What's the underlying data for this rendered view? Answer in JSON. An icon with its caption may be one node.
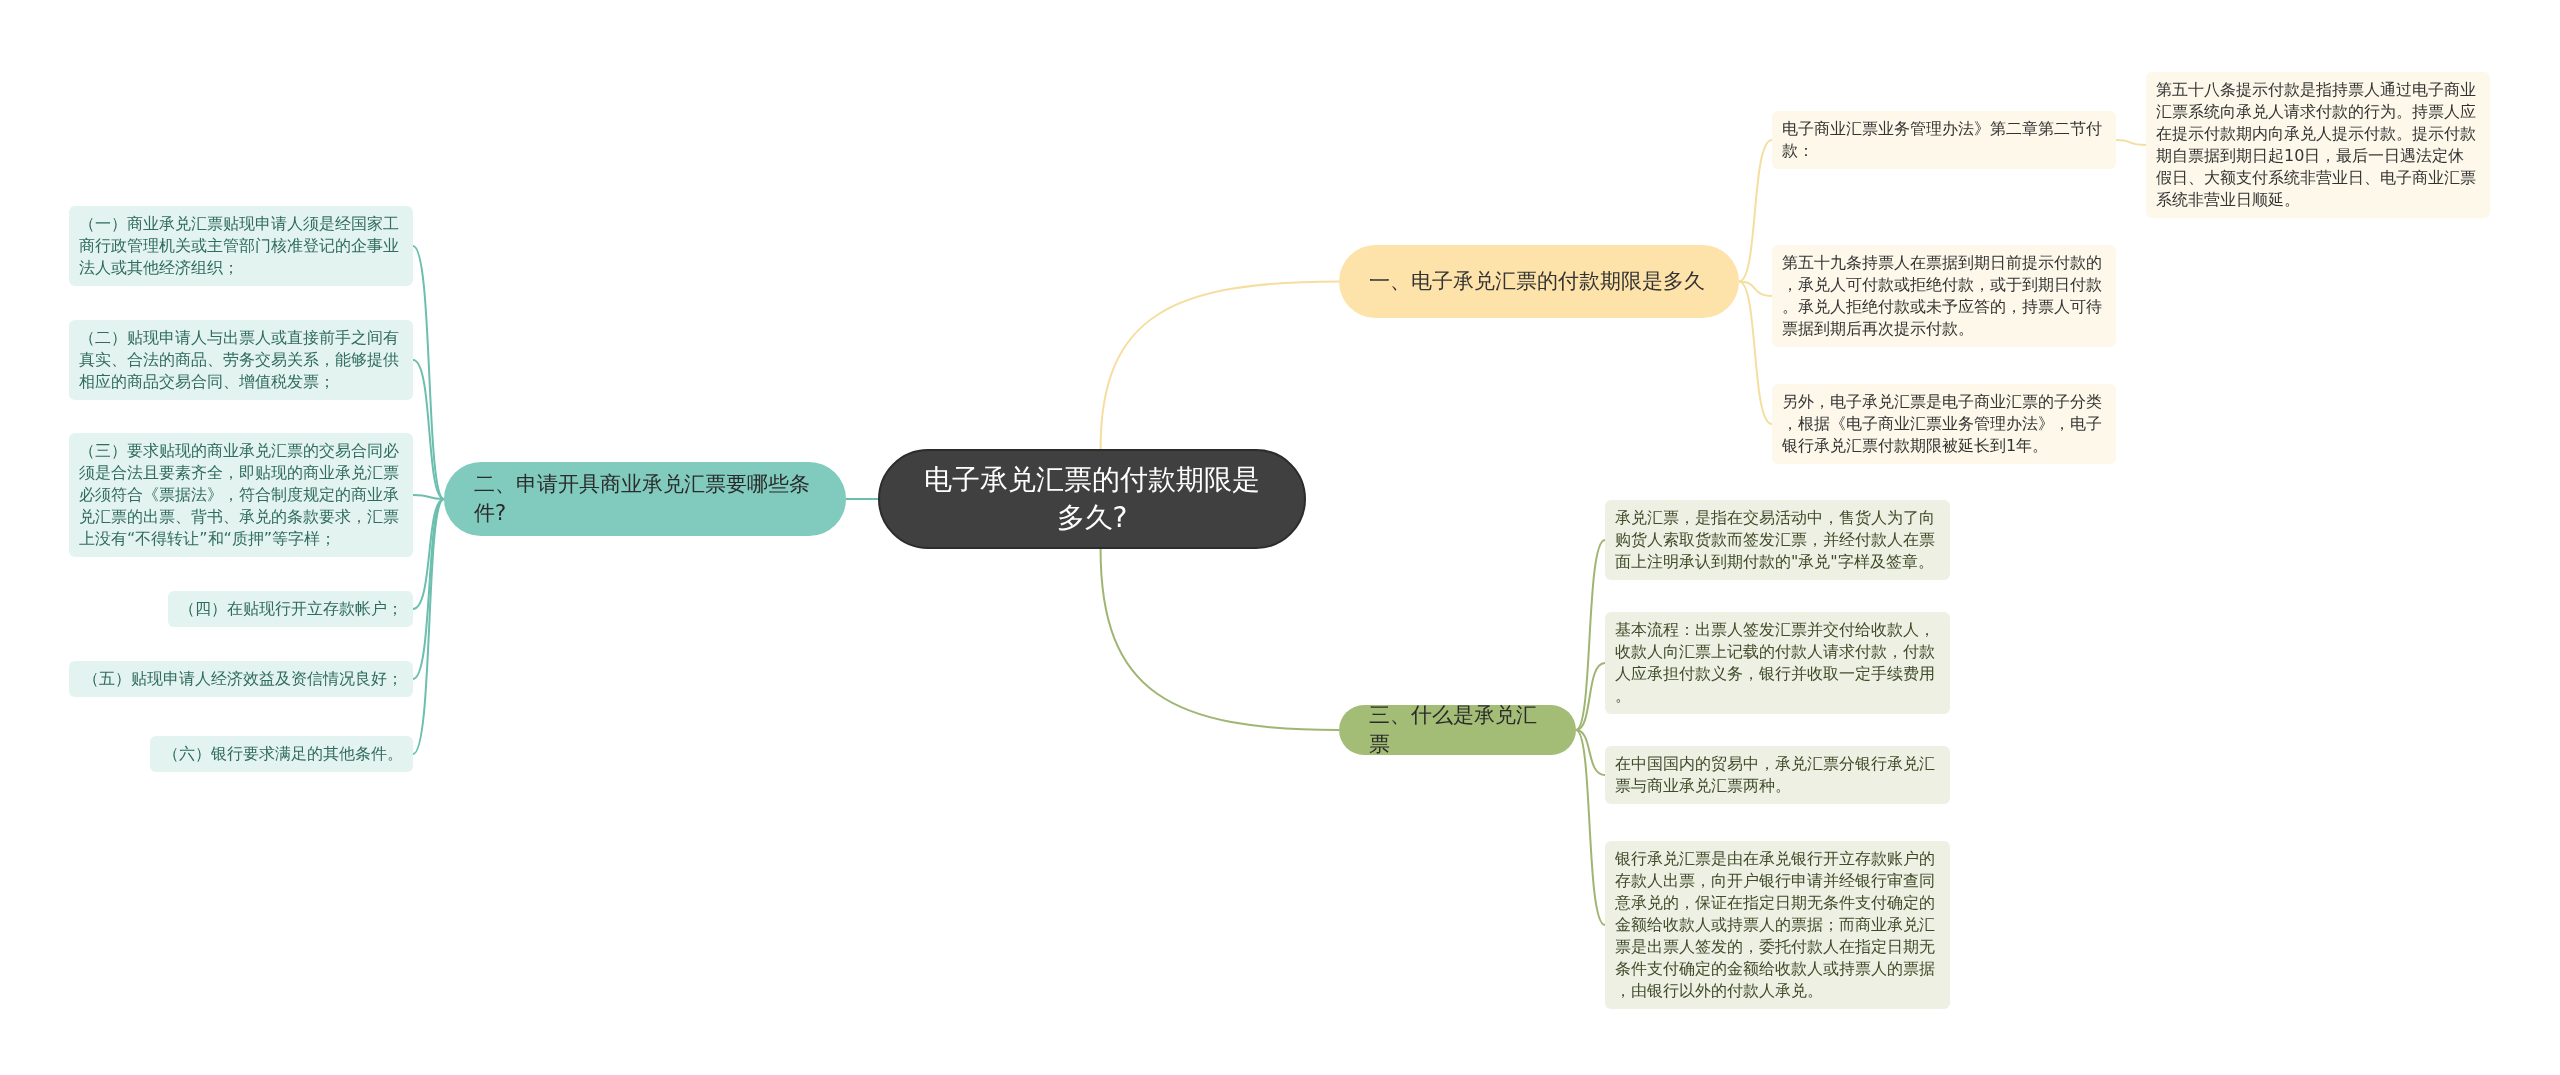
{
  "diagram": {
    "nodes": [
      {
        "text": [
          "电子承兑汇票的付款期限是多久?"
        ]
      },
      {
        "text": [
          "一、电子承兑汇票的付款期限是多久"
        ]
      },
      {
        "text": [
          "电子商业汇票业务管理办法》第二章第二节付款："
        ]
      },
      {
        "text": [
          "第五十八条提示付款是指持票人通过电子商业汇票系统向承兑人请求付款的行为。持票人应在提示付款期内向承兑人提示付款。提示付款期自票据到期日起10日，最后一日遇法定休假日、大额支付系统非营业日、电子商业汇票系统非营业日顺延。"
        ]
      },
      {
        "text": [
          "第五十九条持票人在票据到期日前提示付款的，承兑人可付款或拒绝付款，或于到期日付款。承兑人拒绝付款或未予应答的，持票人可待票据到期后再次提示付款。"
        ]
      },
      {
        "text": [
          "另外，电子承兑汇票是电子商业汇票的子分类，根据《电子商业汇票业务管理办法》，电子银行承兑汇票付款期限被延长到1年。"
        ]
      },
      {
        "text": [
          "二、申请开具商业承兑汇票要哪些条件?"
        ]
      },
      {
        "text": [
          "（一）商业承兑汇票贴现申请人须是经国家工商行政管理机关或主管部门核准登记的企事业法人或其他经济组织；"
        ]
      },
      {
        "text": [
          "（二）贴现申请人与出票人或直接前手之间有真实、合法的商品、劳务交易关系，能够提供相应的商品交易合同、增值税发票；"
        ]
      },
      {
        "text": [
          "（三）要求贴现的商业承兑汇票的交易合同必须是合法且要素齐全，即贴现的商业承兑汇票必须符合《票据法》，符合制度规定的商业承兑汇票的出票、背书、承兑的条款要求，汇票上没有“不得转让”和“质押”等字样；"
        ]
      },
      {
        "text": [
          "（四）在贴现行开立存款帐户；"
        ]
      },
      {
        "text": [
          "（五）贴现申请人经济效益及资信情况良好；"
        ]
      },
      {
        "text": [
          "（六）银行要求满足的其他条件。"
        ]
      },
      {
        "text": [
          "三、什么是承兑汇票"
        ]
      },
      {
        "text": [
          "承兑汇票，是指在交易活动中，售货人为了向购货人索取货款而签发汇票，并经付款人在票面上注明承认到期付款的\"承兑\"字样及签章。"
        ]
      },
      {
        "text": [
          "基本流程：出票人签发汇票并交付给收款人，收款人向汇票上记载的付款人请求付款，付款人应承担付款义务，银行并收取一定手续费用。"
        ]
      },
      {
        "text": [
          "在中国国内的贸易中，承兑汇票分银行承兑汇票与商业承兑汇票两种。"
        ]
      },
      {
        "text": [
          "银行承兑汇票是由在承兑银行开立存款账户的存款人出票，向开户银行申请并经银行审查同意承兑的，保证在指定日期无条件支付确定的金额给收款人或持票人的票据；而商业承兑汇票是出票人签发的，委托付款人在指定日期无条件支付确定的金额给收款人或持票人的票据，由银行以外的付款人承兑。"
        ]
      }
    ],
    "edges": [
      {
        "from": 0,
        "to": 1,
        "arrow": "none",
        "color": "#f5dea0"
      },
      {
        "from": 1,
        "to": 2,
        "arrow": "none",
        "color": "#f5dea0"
      },
      {
        "from": 2,
        "to": 3,
        "arrow": "none",
        "color": "#f5dea0"
      },
      {
        "from": 1,
        "to": 4,
        "arrow": "none",
        "color": "#f5dea0"
      },
      {
        "from": 1,
        "to": 5,
        "arrow": "none",
        "color": "#f5dea0"
      },
      {
        "from": 0,
        "to": 6,
        "arrow": "none"
      },
      {
        "from": 6,
        "to": 7,
        "arrow": "none"
      },
      {
        "from": 6,
        "to": 8,
        "arrow": "none"
      },
      {
        "from": 6,
        "to": 9,
        "arrow": "none"
      },
      {
        "from": 6,
        "to": 10,
        "arrow": "none"
      },
      {
        "from": 6,
        "to": 11,
        "arrow": "none"
      },
      {
        "from": 6,
        "to": 12,
        "arrow": "none"
      },
      {
        "from": 0,
        "to": 13,
        "arrow": "none",
        "color": "#9fb673"
      },
      {
        "from": 13,
        "to": 14,
        "arrow": "none",
        "color": "#9fb673"
      },
      {
        "from": 13,
        "to": 15,
        "arrow": "none",
        "color": "#9fb673"
      },
      {
        "from": 13,
        "to": 16,
        "arrow": "none",
        "color": "#9fb673"
      },
      {
        "from": 13,
        "to": 17,
        "arrow": "none",
        "color": "#9fb673"
      }
    ]
  }
}
